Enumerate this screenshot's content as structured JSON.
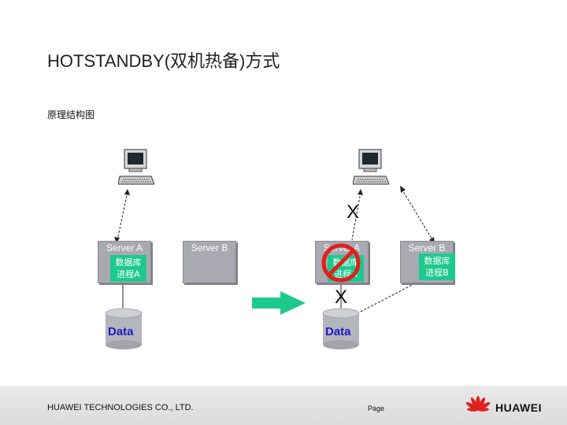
{
  "slide": {
    "title": "HOTSTANDBY(双机热备)方式",
    "subtitle": "原理结构图"
  },
  "left_diagram": {
    "server_a": {
      "label": "Server A",
      "process_lines": [
        "数据库",
        "进程A"
      ]
    },
    "server_b": {
      "label": "Server B"
    },
    "storage": {
      "label": "Data"
    }
  },
  "right_diagram": {
    "server_a": {
      "label": "Server A",
      "process_lines": [
        "数据库",
        "进程A"
      ],
      "status": "failed"
    },
    "server_b": {
      "label": "Server B",
      "process_lines": [
        "数据库",
        "进程B"
      ]
    },
    "storage": {
      "label": "Data"
    },
    "break_marks": [
      "X",
      "X"
    ]
  },
  "footer": {
    "company": "HUAWEI TECHNOLOGIES CO., LTD.",
    "page_label": "Page",
    "brand": "HUAWEI"
  },
  "colors": {
    "server": "#a9a9b2",
    "process": "#1ec98d",
    "data_text": "#1b1bc0",
    "arrow": "#1ec98d",
    "forbidden": "#e0201e",
    "brand_red": "#e0201e"
  }
}
